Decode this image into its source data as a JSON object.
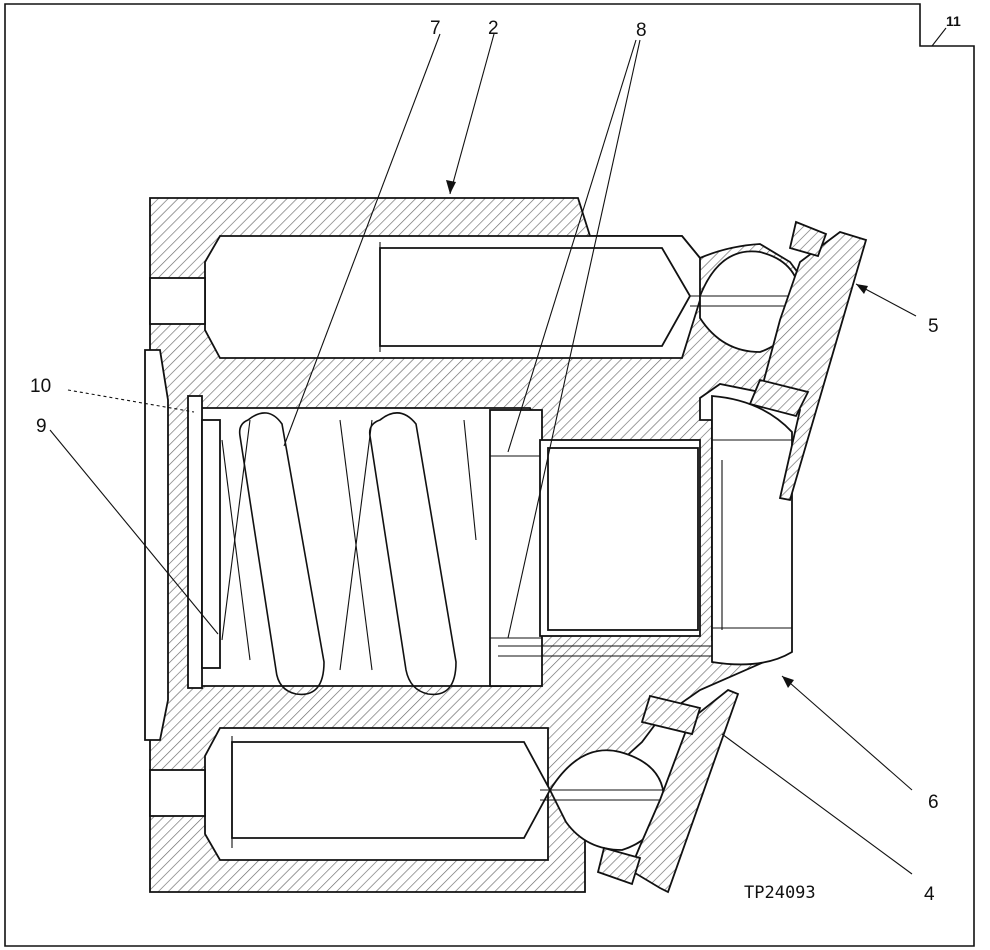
{
  "callouts": {
    "c7": "7",
    "c2": "2",
    "c8": "8",
    "c11": "11",
    "c5": "5",
    "c10": "10",
    "c9": "9",
    "c6": "6",
    "c4": "4"
  },
  "figure_code": "TP24093",
  "colors": {
    "ink": "#111111",
    "paper": "#ffffff",
    "hatch": "#6a6a6a"
  }
}
